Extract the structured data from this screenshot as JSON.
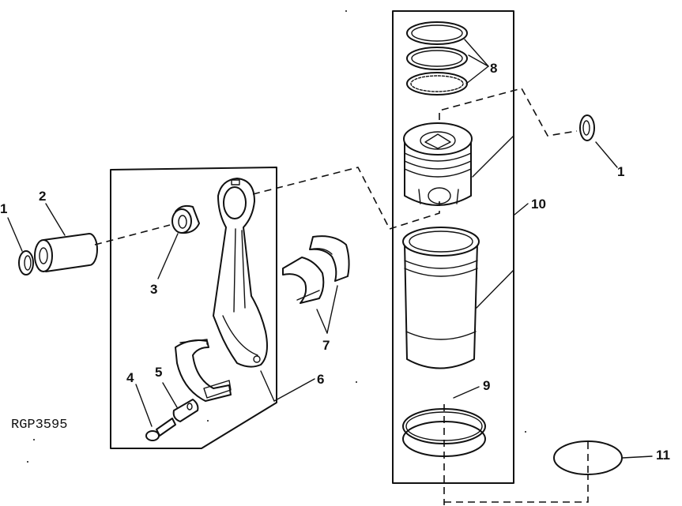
{
  "figure_code": "RGP3595",
  "callouts": {
    "c1_left": "1",
    "c1_right": "1",
    "c2": "2",
    "c3": "3",
    "c4": "4",
    "c5": "5",
    "c6": "6",
    "c7": "7",
    "c8": "8",
    "c9": "9",
    "c10": "10",
    "c11": "11"
  }
}
